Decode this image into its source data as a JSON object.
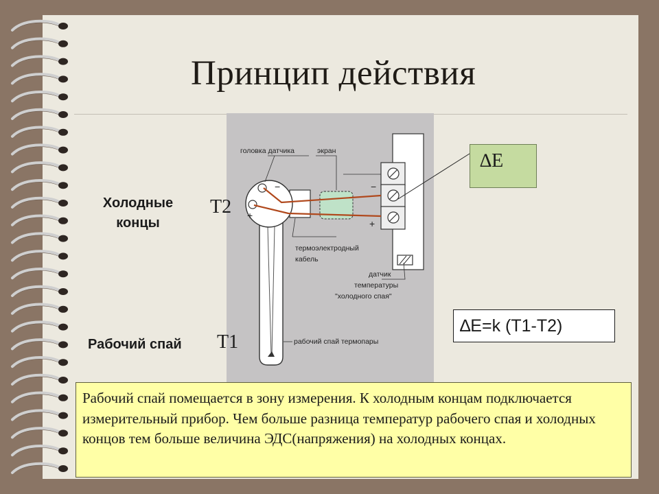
{
  "title": "Принцип действия",
  "labels": {
    "cold_ends": "Холодные концы",
    "t2": "Т2",
    "working_junction": "Рабочий спай",
    "t1": "Т1"
  },
  "delta_e_box": "∆Е",
  "formula": "∆E=k (T1-T2)",
  "description": "Рабочий спай помещается в зону измерения. К холодным концам подключается измерительный прибор. Чем больше разница температур рабочего спая и холодных концов тем больше величина ЭДС(напряжения) на холодных концах.",
  "diagram": {
    "head_label": "головка датчика",
    "screen_label": "экран",
    "cable_label_1": "термоэлектродный",
    "cable_label_2": "кабель",
    "sensor_label_1": "датчик",
    "sensor_label_2": "температуры",
    "sensor_label_3": "\"холодного спая\"",
    "junction_label": "рабочий спай термопары",
    "minus": "−",
    "plus": "+"
  },
  "colors": {
    "background": "#8a7565",
    "page": "#ece9df",
    "figure_bg": "#c5c3c4",
    "wire": "#b0481c",
    "screen": "#bfe2c8",
    "delta_box": "#c5dba0",
    "description_box": "#ffffa6"
  }
}
